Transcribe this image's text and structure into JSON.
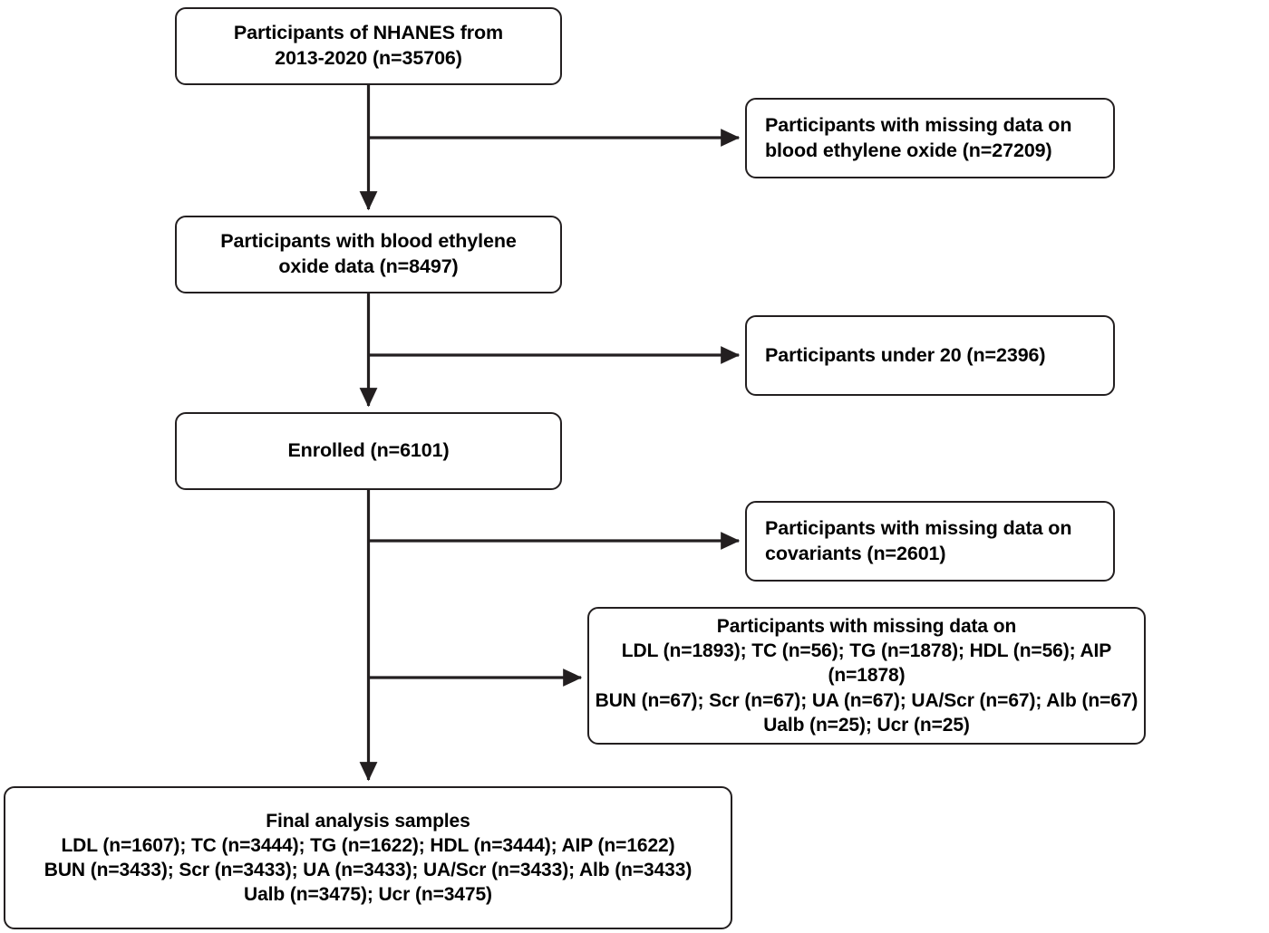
{
  "chart_data": {
    "type": "diagram",
    "title": "NHANES participant selection flow diagram",
    "nodes": [
      {
        "id": "source",
        "label": "Participants of NHANES from\n2013-2020 (n=35706)",
        "n": 35706,
        "column": "main"
      },
      {
        "id": "excl_eo",
        "label": "Participants with missing data on\nblood ethylene oxide (n=27209)",
        "n": 27209,
        "column": "excluded"
      },
      {
        "id": "with_eo",
        "label": "Participants with blood ethylene\noxide data (n=8497)",
        "n": 8497,
        "column": "main"
      },
      {
        "id": "excl_under20",
        "label": "Participants under 20 (n=2396)",
        "n": 2396,
        "column": "excluded"
      },
      {
        "id": "enrolled",
        "label": "Enrolled (n=6101)",
        "n": 6101,
        "column": "main"
      },
      {
        "id": "excl_cov",
        "label": "Participants with missing data on\ncovariants (n=2601)",
        "n": 2601,
        "column": "excluded"
      },
      {
        "id": "excl_labs",
        "label": "Participants with missing data on\nLDL (n=1893); TC (n=56); TG (n=1878); HDL (n=56); AIP (n=1878)\nBUN (n=67); Scr (n=67); UA (n=67); UA/Scr (n=67); Alb (n=67)\nUalb (n=25); Ucr (n=25)",
        "column": "excluded"
      },
      {
        "id": "final",
        "label": "Final analysis samples\nLDL (n=1607); TC (n=3444); TG (n=1622); HDL (n=3444); AIP (n=1622)\nBUN (n=3433); Scr (n=3433); UA (n=3433); UA/Scr (n=3433); Alb (n=3433)\nUalb (n=3475); Ucr (n=3475)",
        "column": "main"
      }
    ],
    "excluded_counts": {
      "missing_ethylene_oxide": 27209,
      "under_20": 2396,
      "missing_covariants": 2601,
      "missing_labs": {
        "LDL": 1893,
        "TC": 56,
        "TG": 1878,
        "HDL": 56,
        "AIP": 1878,
        "BUN": 67,
        "Scr": 67,
        "UA": 67,
        "UA/Scr": 67,
        "Alb": 67,
        "Ualb": 25,
        "Ucr": 25
      }
    },
    "final_counts": {
      "LDL": 1607,
      "TC": 3444,
      "TG": 1622,
      "HDL": 3444,
      "AIP": 1622,
      "BUN": 3433,
      "Scr": 3433,
      "UA": 3433,
      "UA/Scr": 3433,
      "Alb": 3433,
      "Ualb": 3475,
      "Ucr": 3475
    },
    "edges": [
      {
        "from": "source",
        "to": "with_eo",
        "direction": "down"
      },
      {
        "from": "source",
        "to": "excl_eo",
        "direction": "right"
      },
      {
        "from": "with_eo",
        "to": "enrolled",
        "direction": "down"
      },
      {
        "from": "with_eo",
        "to": "excl_under20",
        "direction": "right"
      },
      {
        "from": "enrolled",
        "to": "final",
        "direction": "down"
      },
      {
        "from": "enrolled",
        "to": "excl_cov",
        "direction": "right"
      },
      {
        "from": "enrolled",
        "to": "excl_labs",
        "direction": "right"
      }
    ],
    "stroke_color": "#231f20",
    "background_color": "#ffffff"
  },
  "flow": {
    "source": {
      "line1": "Participants of NHANES from",
      "line2": "2013-2020 (n=35706)",
      "text": "Participants of NHANES from\n2013-2020 (n=35706)"
    },
    "excluded_ethylene_oxide": {
      "line1": "Participants with missing data on",
      "line2": "blood ethylene oxide (n=27209)",
      "text": "Participants with missing data on\nblood ethylene oxide (n=27209)"
    },
    "with_ethylene_oxide": {
      "line1": "Participants with blood ethylene",
      "line2": "oxide data (n=8497)",
      "text": "Participants with blood ethylene\noxide data (n=8497)"
    },
    "excluded_under_20": {
      "line1": "Participants under 20 (n=2396)",
      "text": "Participants under 20 (n=2396)"
    },
    "enrolled": {
      "line1": "Enrolled (n=6101)",
      "text": "Enrolled (n=6101)"
    },
    "excluded_covariants": {
      "line1": "Participants with missing data on",
      "line2": "covariants (n=2601)",
      "text": "Participants with missing data on\ncovariants (n=2601)"
    },
    "excluded_labs": {
      "line1": "Participants with missing data on",
      "line2": "LDL (n=1893); TC (n=56); TG (n=1878); HDL (n=56); AIP (n=1878)",
      "line3": "BUN (n=67); Scr (n=67); UA (n=67); UA/Scr (n=67); Alb (n=67)",
      "line4": "Ualb (n=25); Ucr (n=25)",
      "text": "Participants with missing data on\nLDL (n=1893); TC (n=56); TG (n=1878); HDL (n=56); AIP (n=1878)\nBUN (n=67); Scr (n=67); UA (n=67); UA/Scr (n=67); Alb (n=67)\nUalb (n=25); Ucr (n=25)"
    },
    "final_samples": {
      "line1": "Final analysis samples",
      "line2": "LDL (n=1607); TC (n=3444); TG (n=1622); HDL (n=3444); AIP (n=1622)",
      "line3": "BUN (n=3433); Scr (n=3433); UA (n=3433); UA/Scr (n=3433); Alb (n=3433)",
      "line4": "Ualb (n=3475); Ucr (n=3475)",
      "text": "Final analysis samples\nLDL (n=1607); TC (n=3444); TG (n=1622); HDL (n=3444); AIP (n=1622)\nBUN (n=3433); Scr (n=3433); UA (n=3433); UA/Scr (n=3433); Alb (n=3433)\nUalb (n=3475); Ucr (n=3475)"
    }
  }
}
